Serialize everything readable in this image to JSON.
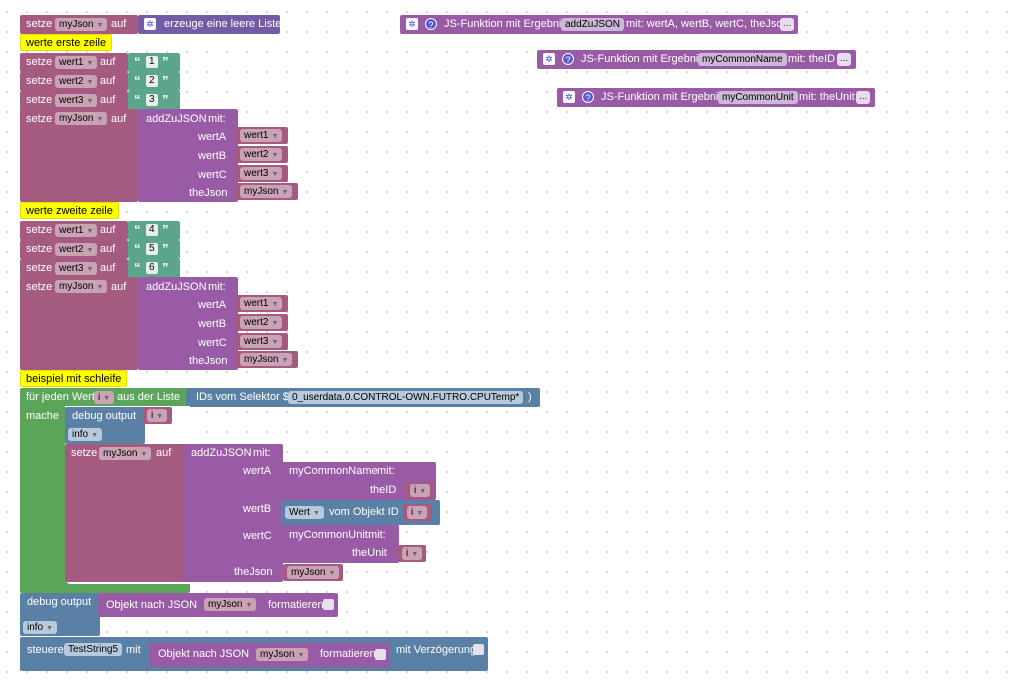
{
  "texts": {
    "setze": "setze",
    "auf": "auf",
    "mit": "mit:",
    "mit_plain": "mit",
    "erzeuge_liste": "erzeuge eine leere Liste",
    "addZuJSON": "addZuJSON",
    "wertA": "wertA",
    "wertB": "wertB",
    "wertC": "wertC",
    "theJson": "theJson",
    "theID": "theID",
    "theUnit": "theUnit",
    "quote_open": "“",
    "quote_close": "”",
    "fuer_jeden": "für jeden Wert",
    "aus_der_liste": "aus der Liste",
    "ids_vom_selektor": "IDs vom Selektor $(",
    "close_paren": ")",
    "mache": "mache",
    "debug_output": "debug output",
    "info": "info",
    "myCommonName": "myCommonName",
    "myCommonUnit": "myCommonUnit",
    "wert": "Wert",
    "vom_objekt_id": "vom Objekt ID",
    "objekt_nach_json": "Objekt nach JSON",
    "formatieren": "formatieren",
    "steuere": "steuere",
    "mit_verzoegerung": "mit Verzögerung",
    "dots": "..."
  },
  "vars": {
    "myJson": "myJson",
    "wert1": "wert1",
    "wert2": "wert2",
    "wert3": "wert3",
    "i": "i",
    "TestString5": "TestString5"
  },
  "comments": {
    "c1": "werte erste zeile",
    "c2": "werte zweite zeile",
    "c3": "beispiel mit schleife"
  },
  "numbers": {
    "n1": "1",
    "n2": "2",
    "n3": "3",
    "n4": "4",
    "n5": "5",
    "n6": "6"
  },
  "selector": "0_userdata.0.CONTROL-OWN.FUTRO.CPUTemp*",
  "functions": [
    {
      "label": "JS-Funktion mit Ergebnis",
      "name": "addZuJSON",
      "params": "mit: wertA, wertB, wertC, theJson"
    },
    {
      "label": "JS-Funktion mit Ergebnis",
      "name": "myCommonName",
      "params": "mit: theID"
    },
    {
      "label": "JS-Funktion mit Ergebnis",
      "name": "myCommonUnit",
      "params": "mit: theUnit"
    }
  ],
  "icons": {
    "gear": "gear-icon",
    "help": "help-icon",
    "dropdown": "dropdown-arrow-icon"
  },
  "colors": {
    "variables": "#a55b80",
    "procedures": "#995ba5",
    "text": "#5ba58c",
    "lists": "#745ba5",
    "loops": "#5ba55b",
    "objects": "#5b80a5",
    "comment": "#ffff00"
  }
}
